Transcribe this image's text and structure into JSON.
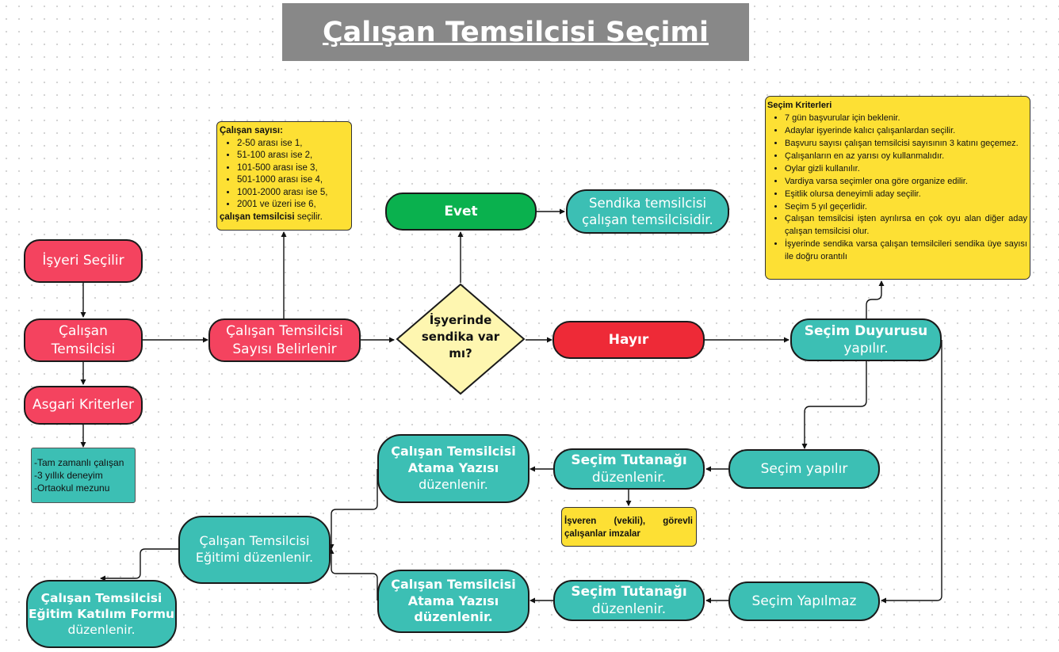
{
  "title": "Çalışan Temsilcisi Seçimi",
  "nodes": {
    "isyeri": "İşyeri Seçilir",
    "calisan_temsilcisi": "Çalışan Temsilcisi",
    "asgari": "Asgari Kriterler",
    "sayisi": "Çalışan Temsilcisi Sayısı Belirlenir",
    "soru": "İşyerinde sendika var mı?",
    "evet": "Evet",
    "sendika_temsilcisi": "Sendika temsilcisi çalışan temsilcisidir.",
    "hayir": "Hayır",
    "duyuru_bold": "Seçim Duyurusu",
    "duyuru_rest": "yapılır.",
    "secim_yapilir": "Seçim yapılır",
    "secim_yapilmaz": "Seçim Yapılmaz",
    "tutanak1_bold": "Seçim Tutanağı",
    "tutanak1_rest": "düzenlenir.",
    "tutanak2_bold": "Seçim Tutanağı",
    "tutanak2_rest": "düzenlenir.",
    "atama1_bold": "Çalışan Temsilcisi Atama Yazısı",
    "atama1_rest": "düzenlenir.",
    "atama2_bold": "Çalışan Temsilcisi Atama Yazısı düzenlenir.",
    "egitim": "Çalışan Temsilcisi Eğitimi düzenlenir.",
    "form_bold": "Çalışan Temsilcisi Eğitim Katılım Formu",
    "form_rest": "düzenlenir."
  },
  "calisan_sayisi_note": {
    "heading": "Çalışan sayısı:",
    "items": [
      "2-50 arası ise 1,",
      "51-100 arası ise 2,",
      "101-500 arası ise 3,",
      "501-1000 arası ise 4,",
      "1001-2000 arası ise 5,",
      "2001 ve üzeri ise 6,"
    ],
    "footer_bold": "çalışan temsilcisi",
    "footer_rest": " seçilir."
  },
  "secim_kriterleri": {
    "heading": "Seçim Kriterleri",
    "items": [
      "7 gün başvurular için beklenir.",
      "Adaylar işyerinde kalıcı çalışanlardan seçilir.",
      "Başvuru sayısı çalışan temsilcisi sayısının 3 katını geçemez.",
      "Çalışanların en az yarısı oy kullanmalıdır.",
      "Oylar gizli kullanılır.",
      "Vardiya varsa seçimler ona göre organize edilir.",
      "Eşitlik olursa deneyimli aday seçilir.",
      "Seçim 5 yıl geçerlidir.",
      "Çalışan temsilcisi işten ayrılırsa en çok oyu alan diğer aday çalışan temsilcisi olur.",
      "İşyerinde sendika varsa çalışan temsilcileri sendika üye sayısı ile doğru orantılı"
    ]
  },
  "asgari_note": {
    "lines": [
      "-Tam zamanlı çalışan",
      "-3 yıllık deneyim",
      "-Ortaokul mezunu"
    ]
  },
  "imza_note": "İşveren (vekili), görevli çalışanlar imzalar",
  "colors": {
    "red": "#f4435f",
    "bright_red": "#ee2a37",
    "green": "#0ab14e",
    "teal": "#3cbfb4",
    "yellow": "#fde034",
    "diamond": "#fef6b0",
    "title_bg": "#888888"
  }
}
